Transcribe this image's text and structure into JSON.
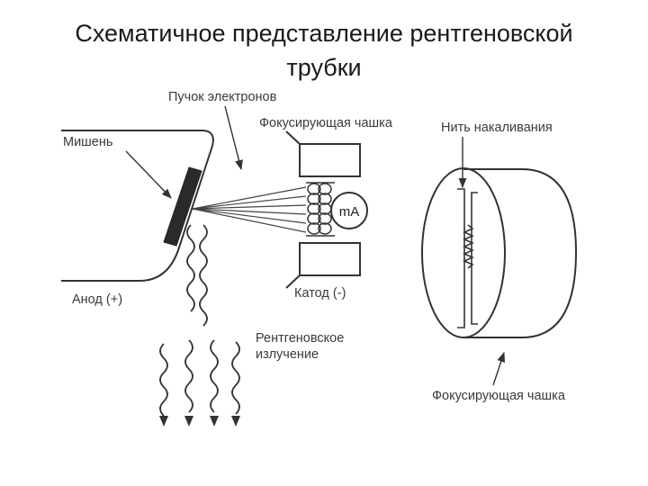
{
  "title_line1": "Схематичное представление рентгеновской",
  "title_line2": "трубки",
  "labels": {
    "electron_beam": "Пучок электронов",
    "focusing_cup_top": "Фокусирующая чашка",
    "target": "Мишень",
    "anode": "Анод (+)",
    "cathode": "Катод (-)",
    "meter": "mA",
    "xray_line1": "Рентгеновское",
    "xray_line2": "излучение",
    "filament": "Нить накаливания",
    "focusing_cup_bottom": "Фокусирующая чашка"
  }
}
